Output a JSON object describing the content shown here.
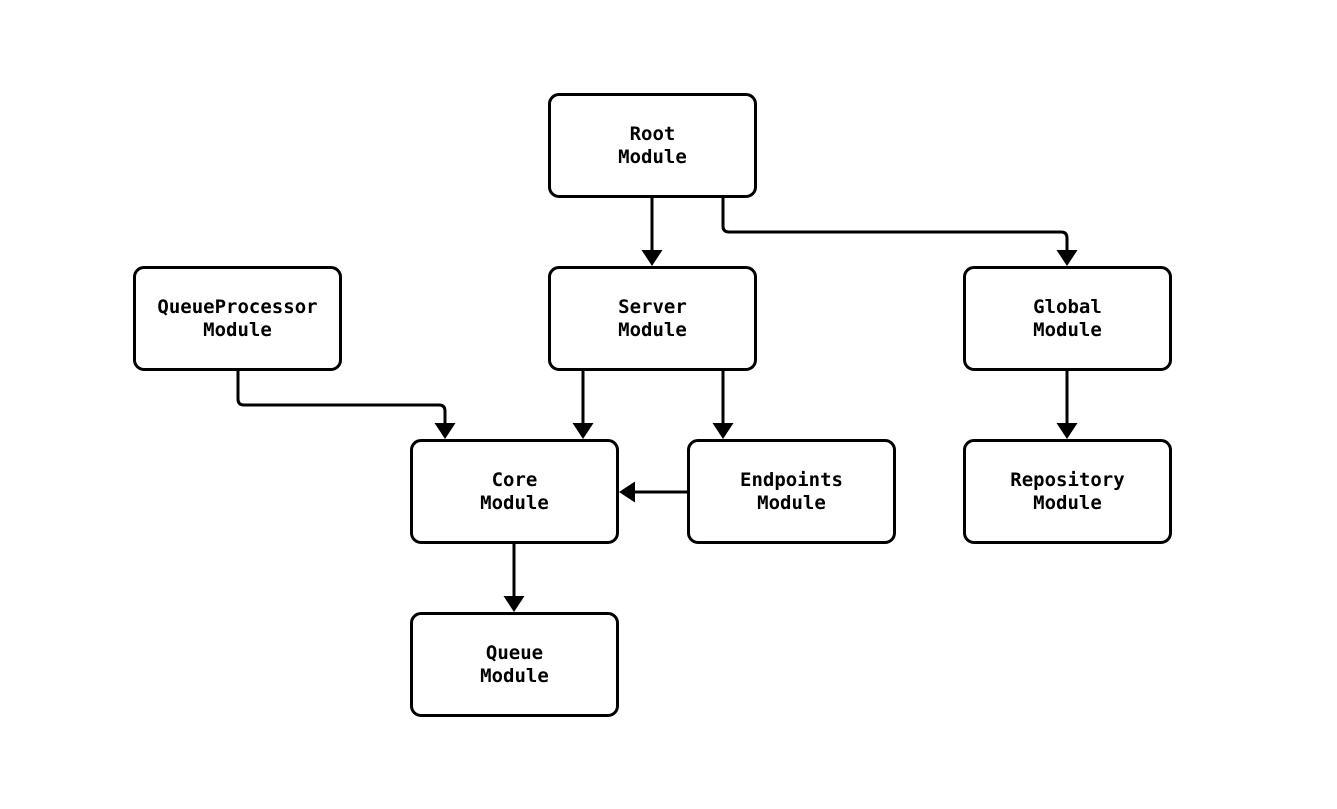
{
  "diagram": {
    "type": "module-dependency-graph",
    "colors": {
      "stroke": "#000000",
      "text": "#000000",
      "background": "#ffffff"
    },
    "nodes": {
      "root": {
        "line1": "Root",
        "line2": "Module"
      },
      "server": {
        "line1": "Server",
        "line2": "Module"
      },
      "queueprocessor": {
        "line1": "QueueProcessor",
        "line2": "Module"
      },
      "global": {
        "line1": "Global",
        "line2": "Module"
      },
      "core": {
        "line1": "Core",
        "line2": "Module"
      },
      "endpoints": {
        "line1": "Endpoints",
        "line2": "Module"
      },
      "repository": {
        "line1": "Repository",
        "line2": "Module"
      },
      "queue": {
        "line1": "Queue",
        "line2": "Module"
      }
    },
    "edges": [
      {
        "from": "Root Module",
        "to": "Server Module"
      },
      {
        "from": "Root Module",
        "to": "Global Module"
      },
      {
        "from": "QueueProcessor Module",
        "to": "Core Module"
      },
      {
        "from": "Server Module",
        "to": "Core Module"
      },
      {
        "from": "Server Module",
        "to": "Endpoints Module"
      },
      {
        "from": "Endpoints Module",
        "to": "Core Module"
      },
      {
        "from": "Global Module",
        "to": "Repository Module"
      },
      {
        "from": "Core Module",
        "to": "Queue Module"
      }
    ]
  }
}
